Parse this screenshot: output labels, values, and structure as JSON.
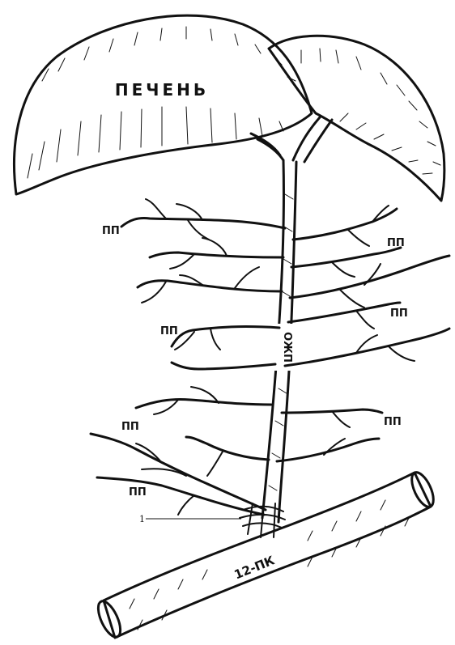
{
  "labels": {
    "liver": "ПЕЧЕНЬ",
    "duct": "ОЖП",
    "duodenum": "12-ПК",
    "pp": "ПП",
    "marker": "1"
  },
  "colors": {
    "ink": "#111111",
    "paper": "#ffffff"
  }
}
